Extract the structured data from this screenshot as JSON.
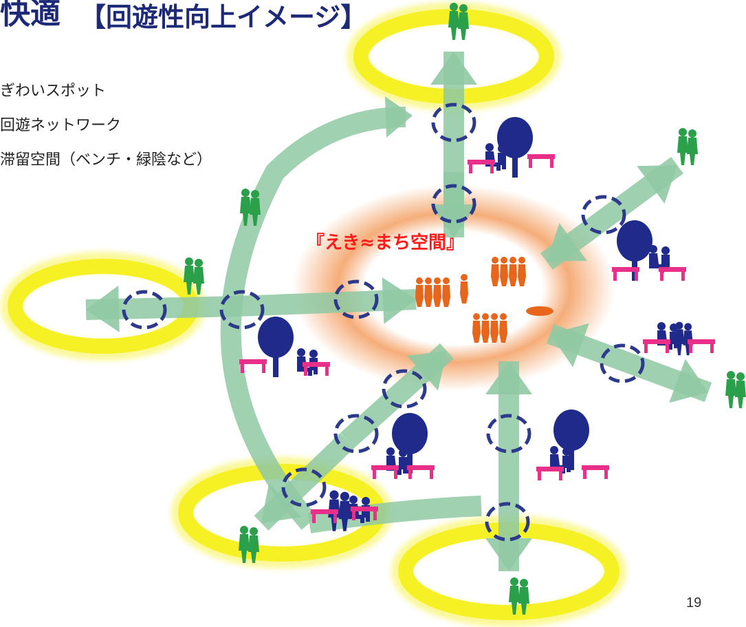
{
  "title": {
    "main": "快適",
    "sub": "【回遊性向上イメージ】"
  },
  "legend": [
    "ぎわいスポット",
    "回遊ネットワーク",
    "滞留空間（ベンチ・緑陰など）"
  ],
  "center_label": "『えき≈まち空間』",
  "page_number": "19",
  "colors": {
    "title": "#1e2a78",
    "center_label": "#ff1a1a",
    "spot_ring": "#f5f01e",
    "network_arrow": "#8fc9a3",
    "node_ring": "#2d3a8c",
    "center_glow": "#f4a46a",
    "crowd": "#e8661c",
    "walker": "#2aa04a",
    "rest_figure": "#1f2a8a",
    "bench": "#e8308a"
  },
  "icons": [
    "pedestrian-icon",
    "tree-icon",
    "bench-icon",
    "crowd-icon"
  ]
}
